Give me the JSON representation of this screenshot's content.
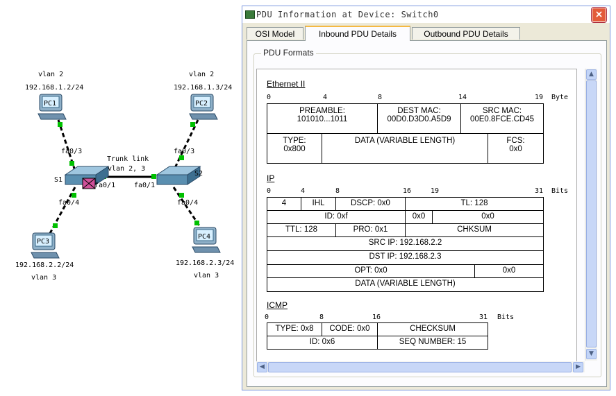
{
  "topology": {
    "pc1": {
      "name": "PC1",
      "vlan": "vlan 2",
      "ip": "192.168.1.2/24",
      "port": "fa0/3"
    },
    "pc2": {
      "name": "PC2",
      "vlan": "vlan 2",
      "ip": "192.168.1.3/24",
      "port": "fa0/3"
    },
    "pc3": {
      "name": "PC3",
      "vlan": "vlan 3",
      "ip": "192.168.2.2/24",
      "port": "fa0/4"
    },
    "pc4": {
      "name": "PC4",
      "vlan": "vlan 3",
      "ip": "192.168.2.3/24",
      "port": "fa0/4"
    },
    "s1": {
      "name": "S1",
      "trunk_port": "fa0/1"
    },
    "s2": {
      "name": "S2",
      "trunk_port": "fa0/1"
    },
    "trunk": {
      "line1": "Trunk link",
      "line2": "vlan 2, 3"
    }
  },
  "window": {
    "title": "PDU Information at Device: Switch0",
    "close": "×",
    "tabs": [
      "OSI Model",
      "Inbound PDU Details",
      "Outbound PDU Details"
    ],
    "active_tab": 1,
    "group_label": "PDU Formats"
  },
  "ethernet": {
    "title": "Ethernet II",
    "ruler": {
      "t0": "0",
      "t4": "4",
      "t8": "8",
      "t14": "14",
      "t19": "19",
      "unit": "Byte"
    },
    "preamble_label": "PREAMBLE:",
    "preamble_value": "101010...1011",
    "dest_label": "DEST MAC:",
    "dest_value": "00D0.D3D0.A5D9",
    "src_label": "SRC MAC:",
    "src_value": "00E0.8FCE.CD45",
    "type_label": "TYPE:",
    "type_value": "0x800",
    "data": "DATA (VARIABLE LENGTH)",
    "fcs_label": "FCS:",
    "fcs_value": "0x0"
  },
  "ip": {
    "title": "IP",
    "ruler": {
      "t0": "0",
      "t4": "4",
      "t8": "8",
      "t16": "16",
      "t19": "19",
      "t31": "31",
      "unit": "Bits"
    },
    "version": "4",
    "ihl": "IHL",
    "dscp": "DSCP: 0x0",
    "tl": "TL: 128",
    "id": "ID: 0xf",
    "flags": "0x0",
    "frag": "0x0",
    "ttl": "TTL: 128",
    "pro": "PRO: 0x1",
    "chksum": "CHKSUM",
    "src_ip": "SRC IP: 192.168.2.2",
    "dst_ip": "DST IP: 192.168.2.3",
    "opt": "OPT: 0x0",
    "pad": "0x0",
    "data": "DATA (VARIABLE LENGTH)"
  },
  "icmp": {
    "title": "ICMP",
    "ruler": {
      "t0": "0",
      "t8": "8",
      "t16": "16",
      "t31": "31",
      "unit": "Bits"
    },
    "type": "TYPE: 0x8",
    "code": "CODE: 0x0",
    "checksum": "CHECKSUM",
    "id": "ID: 0x6",
    "seq": "SEQ NUMBER: 15"
  },
  "scrollbars": {
    "up": "▲",
    "down": "▼",
    "left": "◀",
    "right": "▶"
  },
  "colors": {
    "link_green": "#00c000",
    "switch_blue": "#5a8fb0",
    "window_border": "#7a96df"
  }
}
